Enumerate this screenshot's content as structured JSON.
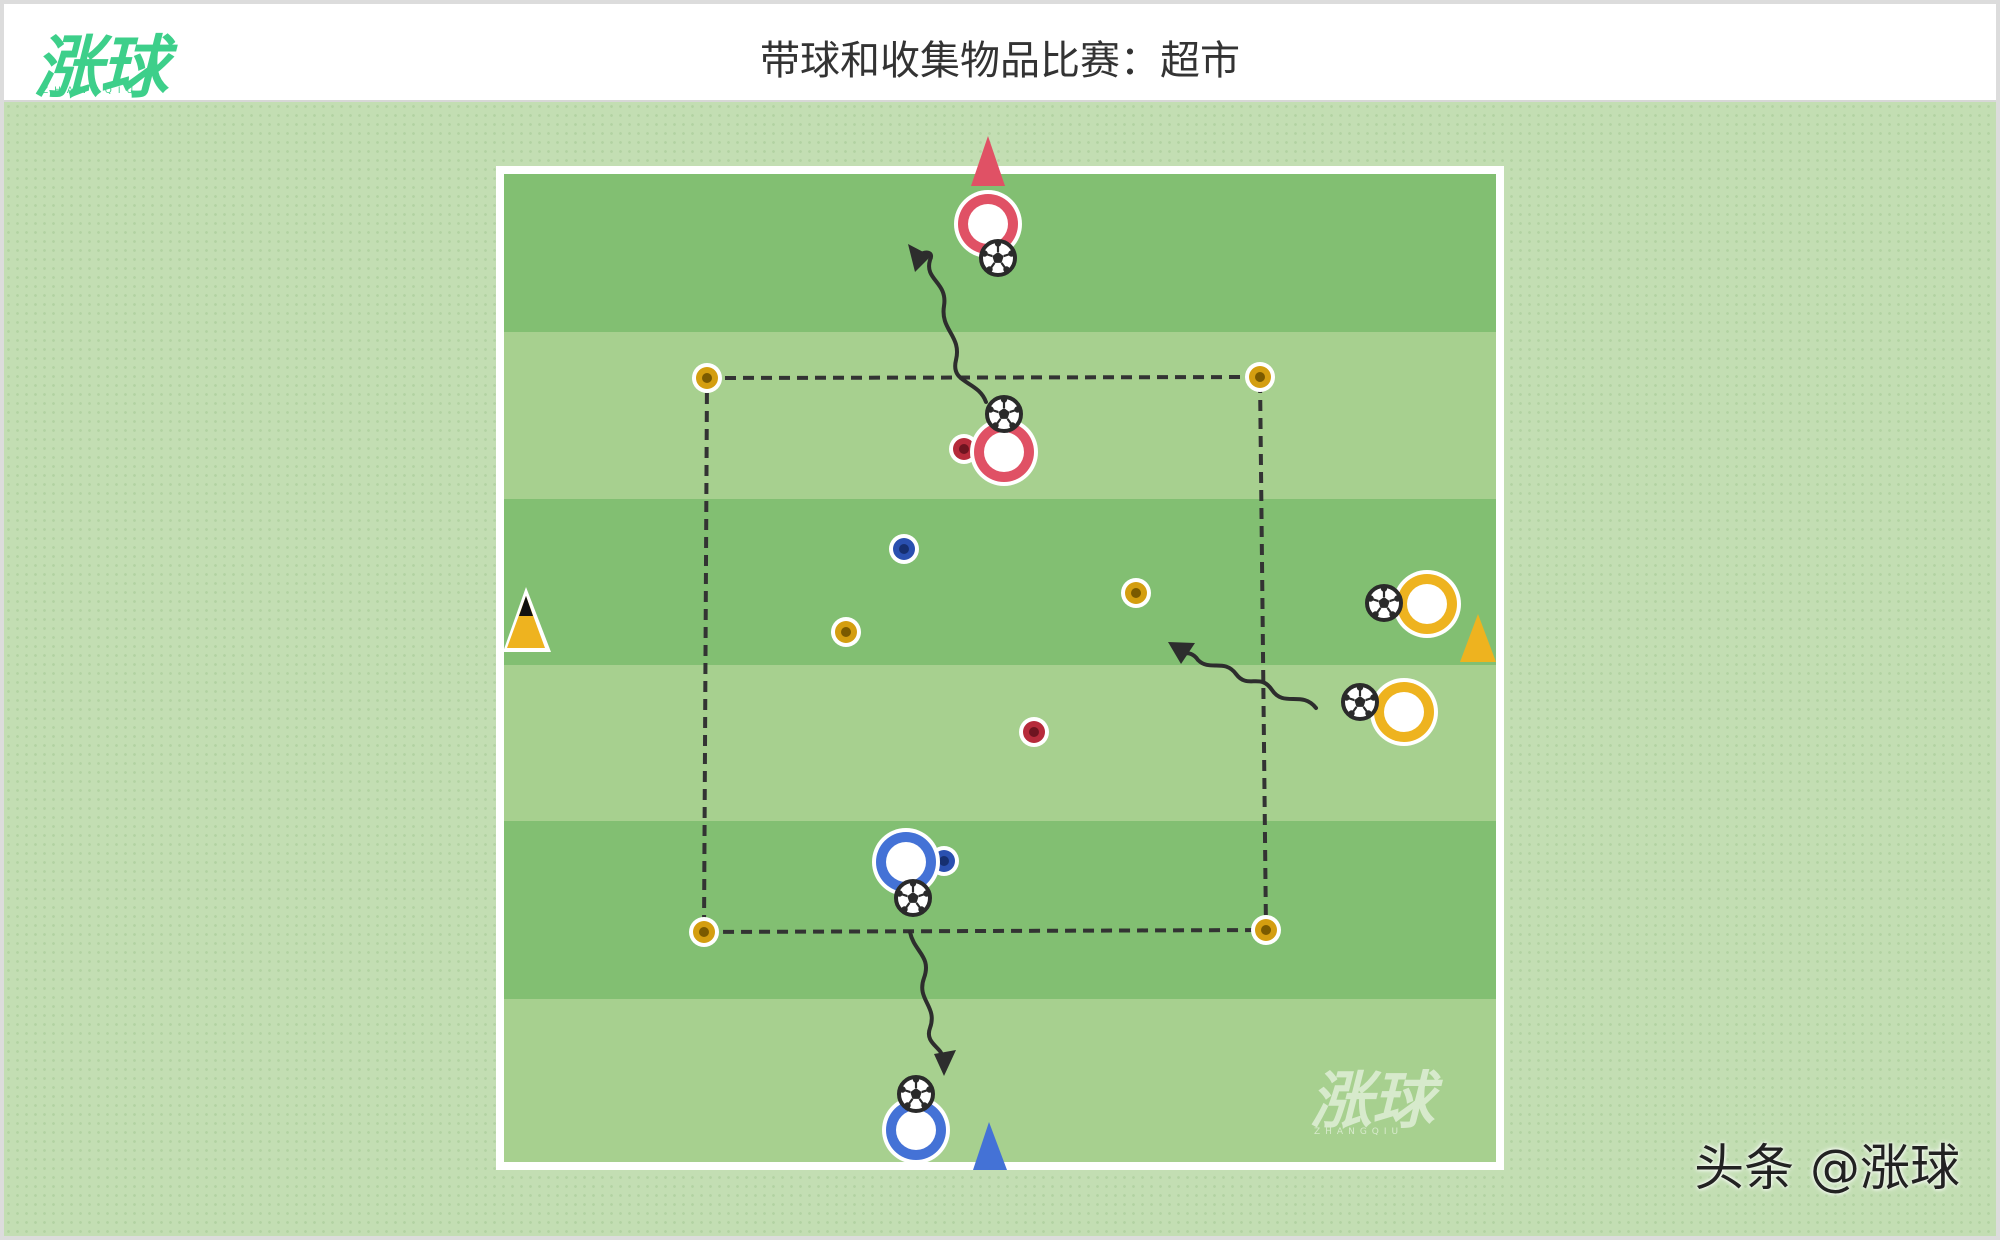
{
  "header": {
    "logo_text": "涨球",
    "logo_sub": "ZHANGQIU",
    "title": "带球和收集物品比赛：超市"
  },
  "pitch_watermark": {
    "text": "涨球",
    "sub": "ZHANGQIU"
  },
  "bottom_watermark": "头条 @涨球",
  "colors": {
    "stripe_dark": "#82bf72",
    "stripe_light": "#a7d08f",
    "line": "#ffffff",
    "red_team": "#e05165",
    "blue_team": "#4472d6",
    "yellow_team": "#eeb31f",
    "marker_red": "#b62b3b",
    "marker_blue": "#2a50b0",
    "marker_gold": "#d49e10",
    "dashed": "#333333"
  },
  "teams": [
    "red",
    "blue",
    "yellow",
    "black"
  ],
  "icons": [
    "soccer-ball-icon",
    "cone-icon",
    "player-icon",
    "disc-marker-icon",
    "dribble-arrow-icon"
  ]
}
